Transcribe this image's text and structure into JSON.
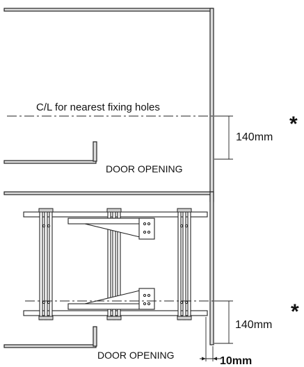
{
  "top_view": {
    "centerline_label": "C/L for nearest fixing holes",
    "dimension_label": "140mm",
    "asterisk": "*",
    "door_label": "DOOR OPENING"
  },
  "bottom_view": {
    "dimension_label": "140mm",
    "asterisk": "*",
    "door_label": "DOOR OPENING",
    "offset_label": "10mm"
  }
}
